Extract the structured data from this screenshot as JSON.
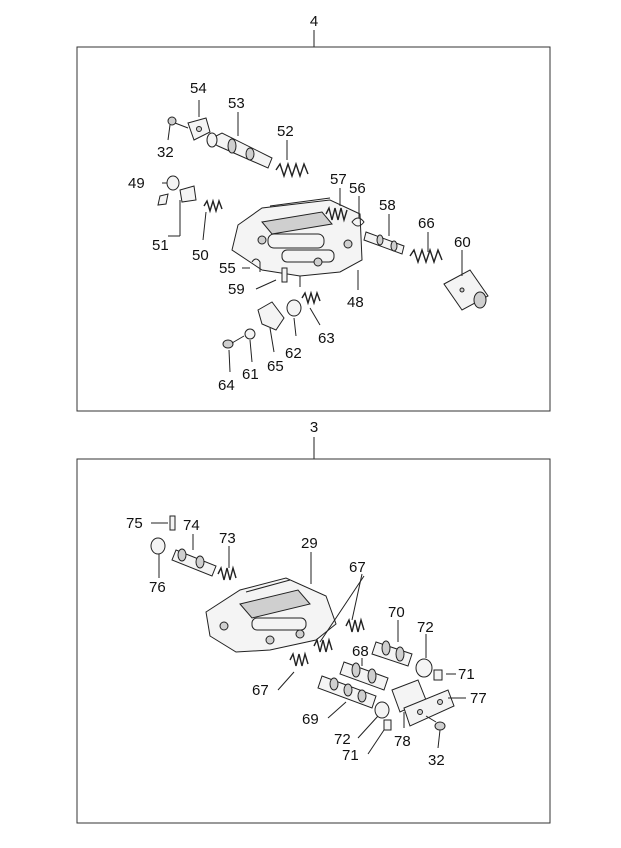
{
  "assemblies": [
    {
      "callout": "4"
    },
    {
      "callout": "3"
    }
  ],
  "labels": [
    "54",
    "53",
    "52",
    "32",
    "49",
    "51",
    "50",
    "57",
    "56",
    "58",
    "66",
    "60",
    "55",
    "59",
    "48",
    "63",
    "62",
    "65",
    "61",
    "64",
    "75",
    "74",
    "73",
    "76",
    "29",
    "67",
    "70",
    "72",
    "68",
    "71",
    "77",
    "67",
    "69",
    "78",
    "72",
    "71",
    "32"
  ]
}
